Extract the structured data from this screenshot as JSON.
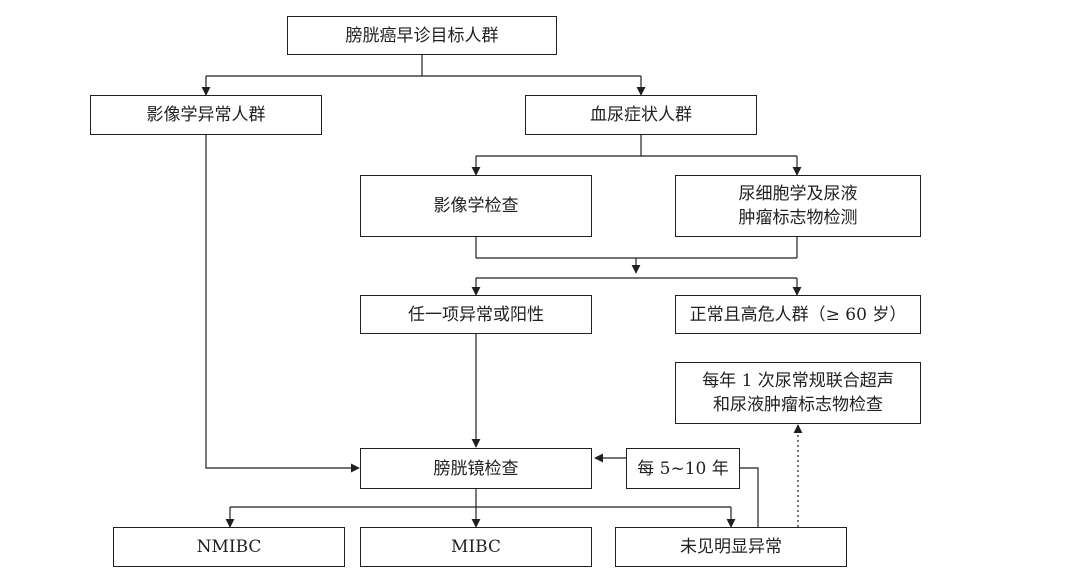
{
  "diagram": {
    "nodes": {
      "target_population": "膀胱癌早诊目标人群",
      "imaging_abnormal": "影像学异常人群",
      "hematuria": "血尿症状人群",
      "imaging_exam": "影像学检查",
      "cytology_line1": "尿细胞学及尿液",
      "cytology_line2": "肿瘤标志物检测",
      "any_abnormal": "任一项异常或阳性",
      "normal_high_risk": "正常且高危人群（≥ 60 岁）",
      "annual_line1": "每年 1 次尿常规联合超声",
      "annual_line2": "和尿液肿瘤标志物检查",
      "cystoscopy": "膀胱镜检查",
      "interval": "每 5~10 年",
      "nmibc": "NMIBC",
      "mibc": "MIBC",
      "no_abnormality": "未见明显异常"
    },
    "colors": {
      "stroke": "#231f20",
      "text": "#231f20",
      "background": "#ffffff"
    }
  }
}
